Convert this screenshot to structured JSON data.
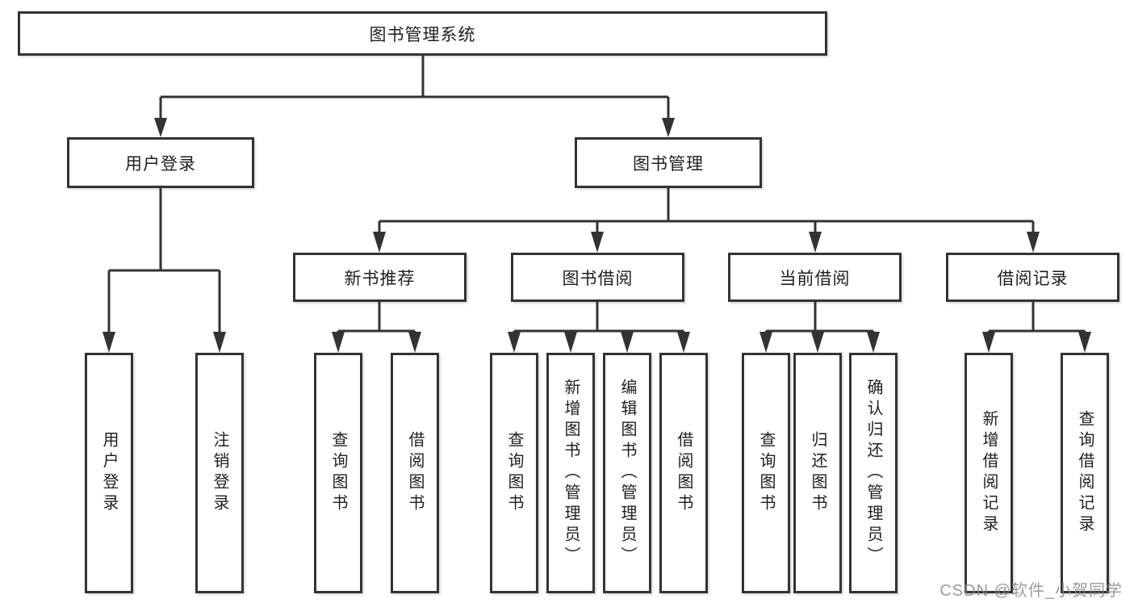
{
  "tree": {
    "root": {
      "label": "图书管理系统"
    },
    "level2": [
      {
        "id": "user-login",
        "label": "用户登录",
        "parent": "图书管理系统"
      },
      {
        "id": "book-management",
        "label": "图书管理",
        "parent": "图书管理系统"
      }
    ],
    "level3": [
      {
        "id": "new-book-recommend",
        "label": "新书推荐",
        "parent": "图书管理"
      },
      {
        "id": "book-borrowing",
        "label": "图书借阅",
        "parent": "图书管理"
      },
      {
        "id": "current-borrowing",
        "label": "当前借阅",
        "parent": "图书管理"
      },
      {
        "id": "borrowing-records",
        "label": "借阅记录",
        "parent": "图书管理"
      }
    ],
    "leaves": [
      {
        "label": "用户登录",
        "parent": "用户登录"
      },
      {
        "label": "注销登录",
        "parent": "用户登录"
      },
      {
        "label": "查询图书",
        "parent": "新书推荐"
      },
      {
        "label": "借阅图书",
        "parent": "新书推荐"
      },
      {
        "label": "查询图书",
        "parent": "图书借阅"
      },
      {
        "label": "新增图书（管理员）",
        "parent": "图书借阅"
      },
      {
        "label": "编辑图书（管理员）",
        "parent": "图书借阅"
      },
      {
        "label": "借阅图书",
        "parent": "图书借阅"
      },
      {
        "label": "查询图书",
        "parent": "当前借阅"
      },
      {
        "label": "归还图书",
        "parent": "当前借阅"
      },
      {
        "label": "确认归还（管理员）",
        "parent": "当前借阅"
      },
      {
        "label": "新增借阅记录",
        "parent": "借阅记录"
      },
      {
        "label": "查询借阅记录",
        "parent": "借阅记录"
      }
    ]
  },
  "watermark": "CSDN @软件_小贺同学",
  "colors": {
    "line": "#333333",
    "box_border": "#333333",
    "text": "#1f1f1f",
    "watermark": "#8a8a8a",
    "background": "#ffffff"
  }
}
